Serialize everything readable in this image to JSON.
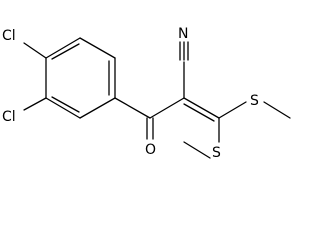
{
  "molecule": {
    "atoms": {
      "cl_upper": "Cl",
      "cl_lower": "Cl",
      "carbonyl_o": "O",
      "nitrile_n": "N",
      "s_upper": "S",
      "s_lower": "S"
    }
  }
}
